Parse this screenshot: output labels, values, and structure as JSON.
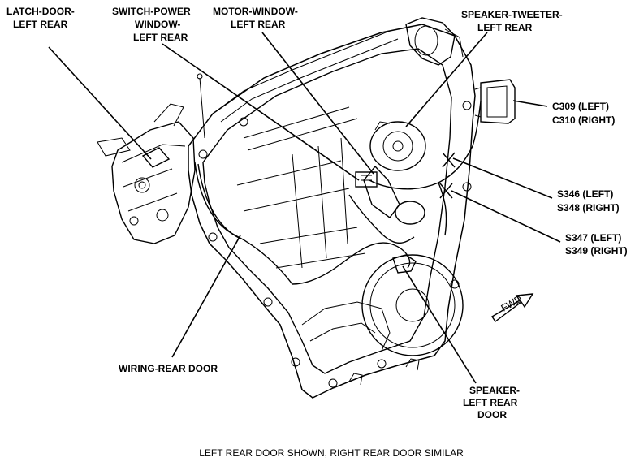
{
  "labels": {
    "latch_door": [
      "LATCH-DOOR-",
      "LEFT REAR"
    ],
    "switch_power_window": [
      "SWITCH-POWER",
      "WINDOW-",
      "LEFT REAR"
    ],
    "motor_window": [
      "MOTOR-WINDOW-",
      "LEFT REAR"
    ],
    "speaker_tweeter": [
      "SPEAKER-TWEETER-",
      "LEFT REAR"
    ],
    "connector_c309_c310": [
      "C309 (LEFT)",
      "C310 (RIGHT)"
    ],
    "splice_s346_s348": [
      "S346 (LEFT)",
      "S348 (RIGHT)"
    ],
    "splice_s347_s349": [
      "S347 (LEFT)",
      "S349 (RIGHT)"
    ],
    "wiring_rear_door": [
      "WIRING-REAR DOOR"
    ],
    "speaker_left_rear": [
      "SPEAKER-",
      "LEFT REAR",
      "DOOR"
    ]
  },
  "fwd_marker": "FWD",
  "caption": "LEFT REAR DOOR SHOWN, RIGHT REAR DOOR SIMILAR"
}
